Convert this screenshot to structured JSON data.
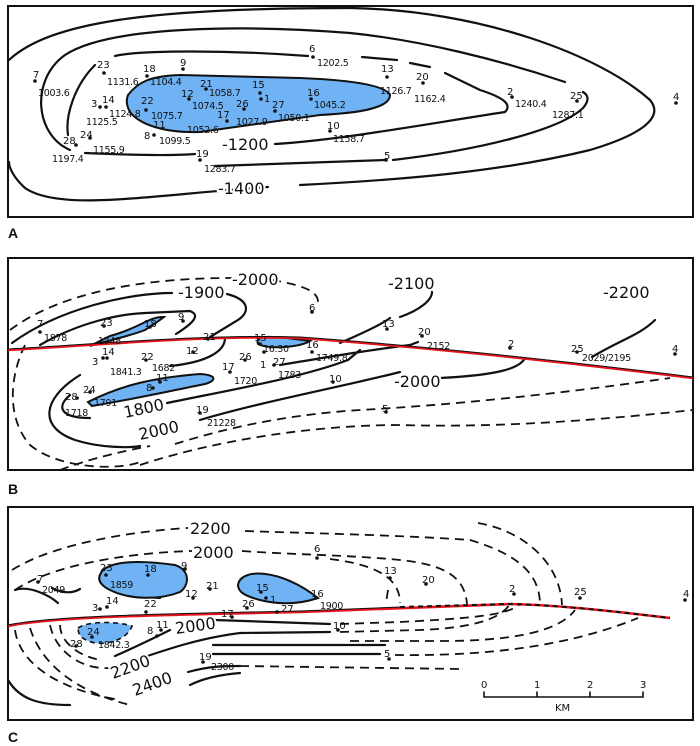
{
  "colors": {
    "reservoir_fill": "#6fb3f5",
    "fault_line": "#e8141b",
    "ink": "#111111"
  },
  "panels": [
    {
      "label": "A",
      "contour_labels": [
        "-1200",
        "-1400"
      ],
      "wells": [
        {
          "id": "7",
          "value": "1003.6"
        },
        {
          "id": "23",
          "value": "1131.6"
        },
        {
          "id": "18",
          "value": "1104.4"
        },
        {
          "id": "9",
          "value": null
        },
        {
          "id": "21",
          "value": "1058.7"
        },
        {
          "id": "15",
          "value": null
        },
        {
          "id": "12",
          "value": "1074.5"
        },
        {
          "id": "26",
          "value": "1027.9"
        },
        {
          "id": "1",
          "value": null
        },
        {
          "id": "27",
          "value": "1050.1"
        },
        {
          "id": "16",
          "value": "1045.2"
        },
        {
          "id": "22",
          "value": "1075.7"
        },
        {
          "id": "17",
          "value": "1052.6"
        },
        {
          "id": "11",
          "value": null
        },
        {
          "id": "8",
          "value": "1099.5"
        },
        {
          "id": "3",
          "value": "1125.5"
        },
        {
          "id": "14",
          "value": "1124.8"
        },
        {
          "id": "28",
          "value": "1197.4"
        },
        {
          "id": "24",
          "value": "1155.9"
        },
        {
          "id": "19",
          "value": "1283.7"
        },
        {
          "id": "10",
          "value": "1158.7"
        },
        {
          "id": "6",
          "value": "1202.5"
        },
        {
          "id": "13",
          "value": "1126.7"
        },
        {
          "id": "20",
          "value": "1162.4"
        },
        {
          "id": "2",
          "value": "1240.4"
        },
        {
          "id": "25",
          "value": "1287.1"
        },
        {
          "id": "4",
          "value": null
        },
        {
          "id": "5",
          "value": null
        }
      ]
    },
    {
      "label": "B",
      "contour_labels": [
        "-2000",
        "-1900",
        "-2100",
        "-2200",
        "-2000",
        "1800",
        "2000"
      ],
      "wells": [
        {
          "id": "7",
          "value": "1878"
        },
        {
          "id": "23",
          "value": "1748"
        },
        {
          "id": "18",
          "value": null
        },
        {
          "id": "9",
          "value": null
        },
        {
          "id": "21",
          "value": null
        },
        {
          "id": "12",
          "value": null
        },
        {
          "id": "15",
          "value": "16.30"
        },
        {
          "id": "16",
          "value": "1749.8"
        },
        {
          "id": "26",
          "value": null
        },
        {
          "id": "1",
          "value": null
        },
        {
          "id": "27",
          "value": "1783"
        },
        {
          "id": "17",
          "value": "1720"
        },
        {
          "id": "3",
          "value": null
        },
        {
          "id": "14",
          "value": "1841.3"
        },
        {
          "id": "22",
          "value": "1682"
        },
        {
          "id": "11",
          "value": null
        },
        {
          "id": "8",
          "value": null
        },
        {
          "id": "24",
          "value": "1791"
        },
        {
          "id": "28",
          "value": "1718"
        },
        {
          "id": "19",
          "value": "21228"
        },
        {
          "id": "10",
          "value": null
        },
        {
          "id": "5",
          "value": null
        },
        {
          "id": "13",
          "value": null
        },
        {
          "id": "20",
          "value": "2152"
        },
        {
          "id": "2",
          "value": null
        },
        {
          "id": "25",
          "value": "2029/2195"
        },
        {
          "id": "4",
          "value": null
        },
        {
          "id": "6",
          "value": null
        }
      ]
    },
    {
      "label": "C",
      "contour_labels": [
        "2200",
        "2000",
        "2000",
        "2200",
        "2400"
      ],
      "wells": [
        {
          "id": "7",
          "value": "2049"
        },
        {
          "id": "23",
          "value": "1859"
        },
        {
          "id": "18",
          "value": null
        },
        {
          "id": "9",
          "value": null
        },
        {
          "id": "21",
          "value": null
        },
        {
          "id": "12",
          "value": null
        },
        {
          "id": "3",
          "value": null
        },
        {
          "id": "14",
          "value": null
        },
        {
          "id": "22",
          "value": null
        },
        {
          "id": "15",
          "value": null
        },
        {
          "id": "1",
          "value": null
        },
        {
          "id": "16",
          "value": "1900"
        },
        {
          "id": "26",
          "value": null
        },
        {
          "id": "27",
          "value": null
        },
        {
          "id": "17",
          "value": null
        },
        {
          "id": "11",
          "value": null
        },
        {
          "id": "8",
          "value": null
        },
        {
          "id": "24",
          "value": "1842.3"
        },
        {
          "id": "28",
          "value": null
        },
        {
          "id": "10",
          "value": null
        },
        {
          "id": "19",
          "value": "2300"
        },
        {
          "id": "5",
          "value": null
        },
        {
          "id": "6",
          "value": null
        },
        {
          "id": "13",
          "value": null
        },
        {
          "id": "20",
          "value": null
        },
        {
          "id": "2",
          "value": null
        },
        {
          "id": "25",
          "value": null
        },
        {
          "id": "4",
          "value": null
        }
      ]
    }
  ],
  "scale_bar": {
    "ticks": [
      "0",
      "1",
      "2",
      "3"
    ],
    "unit": "KM"
  }
}
